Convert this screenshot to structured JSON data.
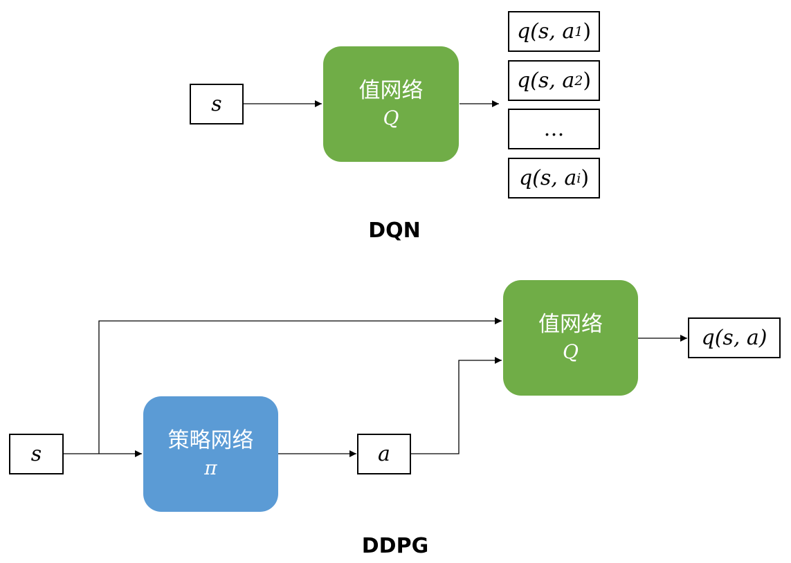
{
  "colors": {
    "value_net": "#70ad47",
    "policy_net": "#5b9bd5",
    "stroke": "#000000"
  },
  "dqn": {
    "caption": "DQN",
    "input_label": "s",
    "net": {
      "name": "值网络",
      "symbol": "Q"
    },
    "outputs": {
      "o1": {
        "prefix": "q(s, a",
        "sub": "1",
        "suffix": ")"
      },
      "o2": {
        "prefix": "q(s, a",
        "sub": "2",
        "suffix": ")"
      },
      "o3": {
        "text": "…"
      },
      "o4": {
        "prefix": "q(s, a",
        "sub": "i",
        "suffix": ")"
      }
    }
  },
  "ddpg": {
    "caption": "DDPG",
    "input_label": "s",
    "policy_net": {
      "name": "策略网络",
      "symbol": "π"
    },
    "action_label": "a",
    "value_net": {
      "name": "值网络",
      "symbol": "Q"
    },
    "output_label": "q(s, a)"
  }
}
